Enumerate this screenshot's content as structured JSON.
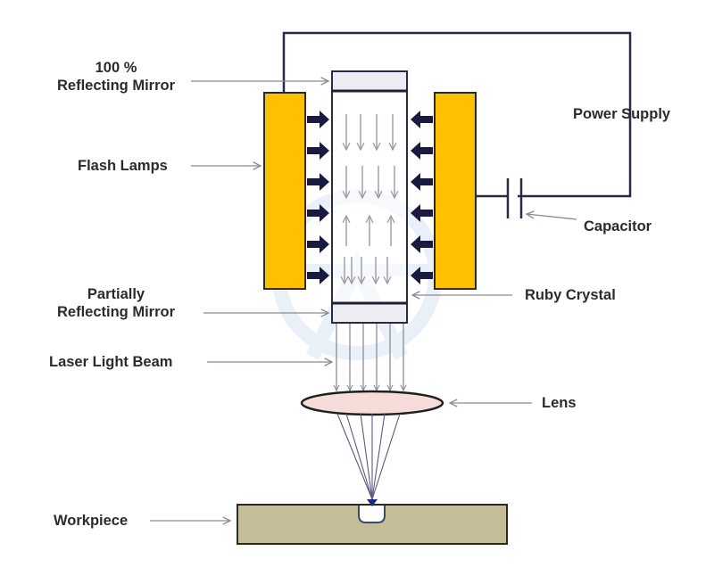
{
  "diagram": {
    "title": "Ruby Laser Machining Setup",
    "labels": {
      "full_mirror_line1": "100 %",
      "full_mirror_line2": "Reflecting Mirror",
      "flash_lamps": "Flash Lamps",
      "partial_mirror_line1": "Partially",
      "partial_mirror_line2": "Reflecting  Mirror",
      "laser_beam": "Laser Light Beam",
      "workpiece": "Workpiece",
      "power_supply": "Power Supply",
      "capacitor": "Capacitor",
      "ruby_crystal": "Ruby Crystal",
      "lens": "Lens"
    },
    "colors": {
      "flash_lamp": "#ffc000",
      "outline": "#1f1f3a",
      "pump_arrow": "#1a1a40",
      "lens_fill": "#f6dcd8",
      "workpiece_fill": "#c4bd97",
      "leader_line": "#8a8a96",
      "inner_arrow": "#9a9aa6",
      "mirror_fill": "#ececf2",
      "watermark": "#d8e4f2"
    },
    "pump_arrows_per_side": 6,
    "beam_count": 6
  }
}
